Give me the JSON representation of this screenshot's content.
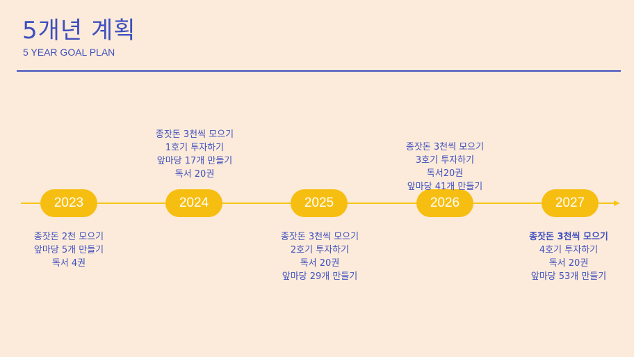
{
  "header": {
    "title": "5개년 계획",
    "subtitle": "5 YEAR GOAL PLAN"
  },
  "colors": {
    "background": "#FCEBDA",
    "accent": "#3F4FBF",
    "timeline": "#F7BE12"
  },
  "timeline": {
    "years": [
      "2023",
      "2024",
      "2025",
      "2026",
      "2027"
    ],
    "notes": {
      "y2023": [
        "종잣돈 2천 모으기",
        "앞마당 5개 만들기",
        "독서 4권"
      ],
      "y2024": [
        "종잣돈 3천씩 모으기",
        "1호기 투자하기",
        "앞마당 17개 만들기",
        "독서 20권"
      ],
      "y2025": [
        "종잣돈 3천씩 모으기",
        "2호기 투자하기",
        "독서 20권",
        "앞마당 29개 만들기"
      ],
      "y2026": [
        "종잣돈 3천씩 모으기",
        "3호기 투자하기",
        "독서20권",
        "앞마당 41개 만들기"
      ],
      "y2027": [
        "종잣돈 3천씩 모으기",
        "4호기 투자하기",
        "독서 20권",
        "앞마당 53개 만들기"
      ]
    }
  }
}
